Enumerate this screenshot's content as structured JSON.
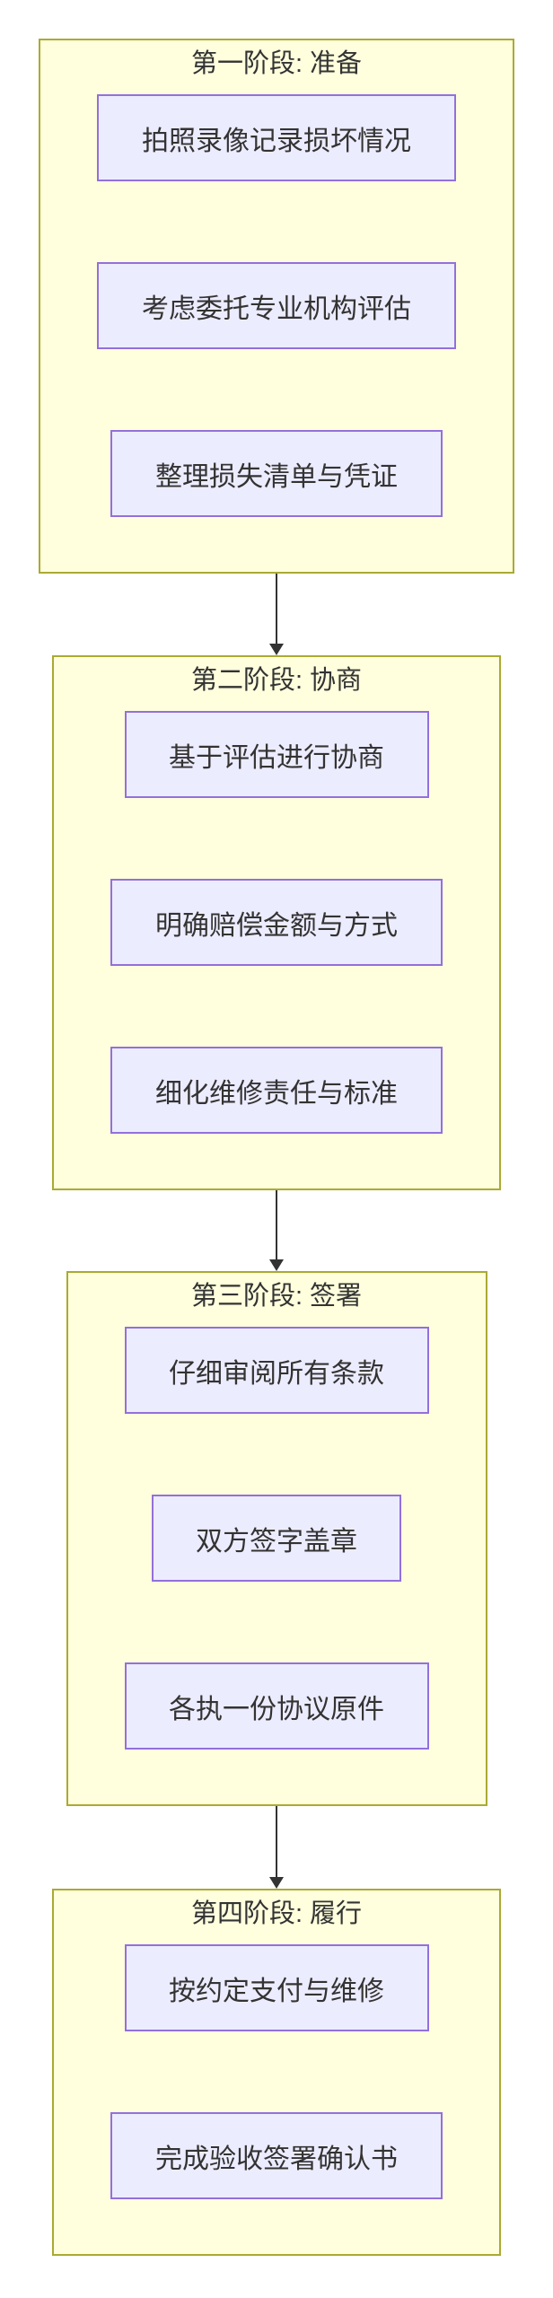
{
  "diagram": {
    "type": "flowchart-top-down",
    "stages": [
      {
        "title": "第一阶段: 准备",
        "nodes": [
          "拍照录像记录损坏情况",
          "考虑委托专业机构评估",
          "整理损失清单与凭证"
        ]
      },
      {
        "title": "第二阶段: 协商",
        "nodes": [
          "基于评估进行协商",
          "明确赔偿金额与方式",
          "细化维修责任与标准"
        ]
      },
      {
        "title": "第三阶段: 签署",
        "nodes": [
          "仔细审阅所有条款",
          "双方签字盖章",
          "各执一份协议原件"
        ]
      },
      {
        "title": "第四阶段: 履行",
        "nodes": [
          "按约定支付与维修",
          "完成验收签署确认书"
        ]
      }
    ],
    "colors": {
      "background": "#ffffff",
      "stage_fill": "#ffffde",
      "stage_border": "#aaaa33",
      "node_fill": "#ececff",
      "node_border": "#9370db",
      "text": "#333333",
      "arrow": "#333333"
    }
  }
}
